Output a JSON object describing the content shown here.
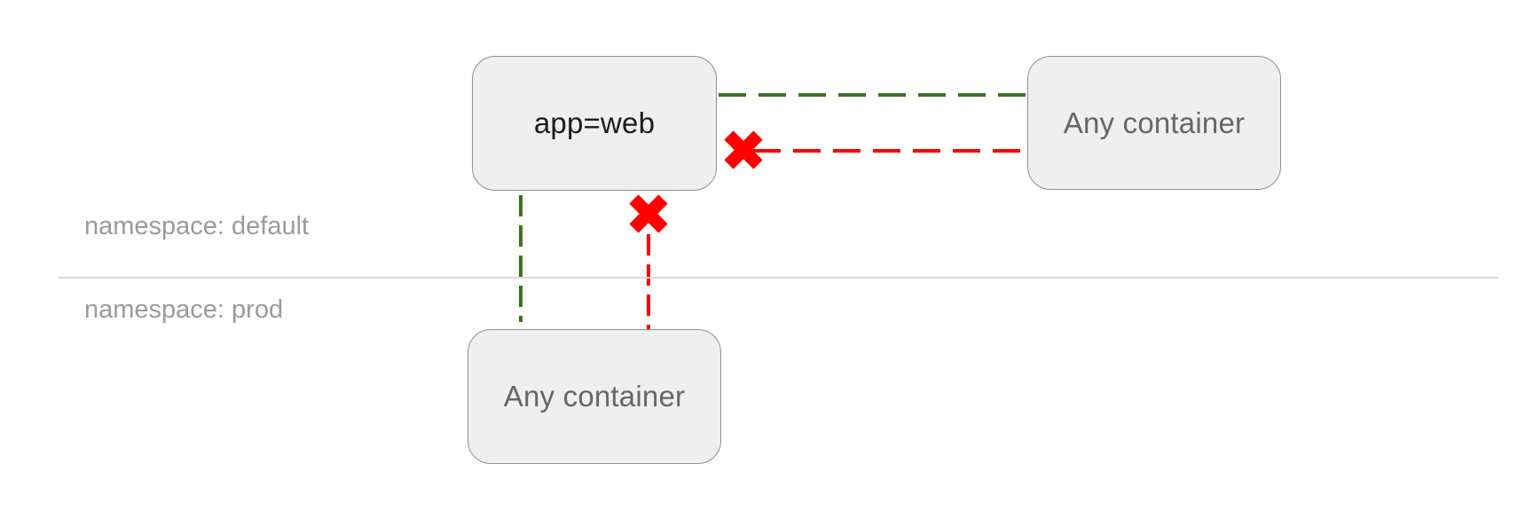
{
  "diagram": {
    "nodes": {
      "app_web": {
        "label": "app=web",
        "namespace": "default"
      },
      "any_container_default": {
        "label": "Any container",
        "namespace": "default"
      },
      "any_container_prod": {
        "label": "Any container",
        "namespace": "prod"
      }
    },
    "namespace_labels": {
      "default": "namespace: default",
      "prod": "namespace: prod"
    },
    "edges": [
      {
        "from": "any_container_default",
        "to": "app_web",
        "status": "allowed",
        "style": "dashed"
      },
      {
        "from": "any_container_default",
        "to": "app_web",
        "status": "blocked",
        "style": "dashed"
      },
      {
        "from": "any_container_prod",
        "to": "app_web",
        "status": "allowed",
        "style": "dashed"
      },
      {
        "from": "any_container_prod",
        "to": "app_web",
        "status": "blocked",
        "style": "dashed"
      }
    ],
    "colors": {
      "allowed": "#38761d",
      "blocked": "#fe0000",
      "node_fill": "#efefef",
      "node_border": "#909090",
      "node_text_dark": "#1c1c1c",
      "node_text_gray": "#666666",
      "namespace_label_text": "#9b9b9b",
      "divider": "#d9d9d9"
    }
  }
}
